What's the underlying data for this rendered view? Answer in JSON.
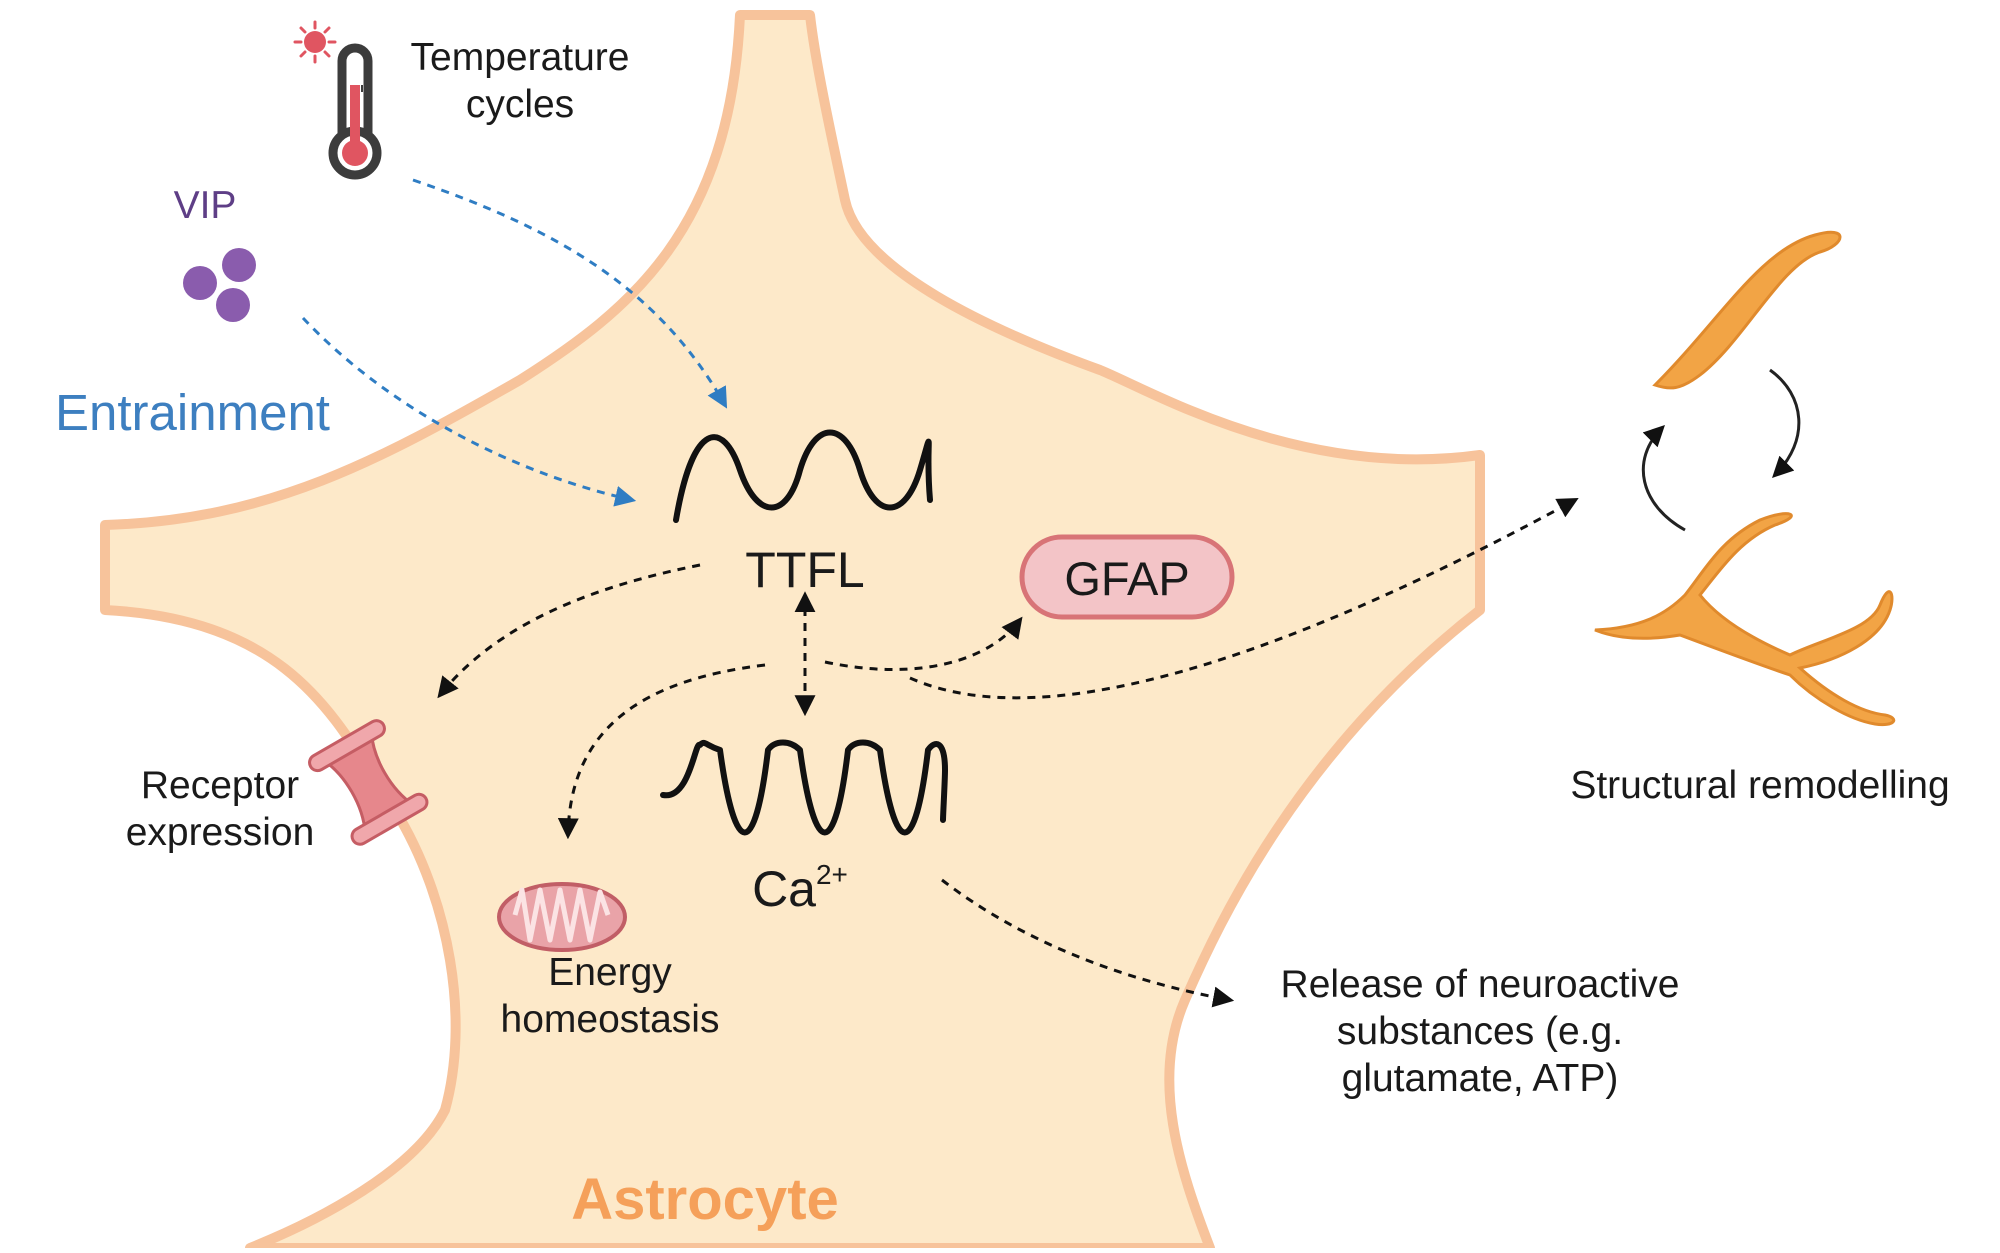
{
  "title": "Astrocyte",
  "labels": {
    "temperature_line1": "Temperature",
    "temperature_line2": "cycles",
    "vip": "VIP",
    "entrainment": "Entrainment",
    "ttfl": "TTFL",
    "gfap": "GFAP",
    "calcium_base": "Ca",
    "calcium_charge": "2+",
    "receptor_line1": "Receptor",
    "receptor_line2": "expression",
    "energy_line1": "Energy",
    "energy_line2": "homeostasis",
    "release_line1": "Release of neuroactive",
    "release_line2": "substances (e.g.",
    "release_line3": "glutamate, ATP)",
    "structural": "Structural remodelling"
  },
  "colors": {
    "cell_fill": "#fde9c9",
    "cell_border": "#f7c39b",
    "entrainment_blue": "#3d7fc0",
    "vip_purple": "#7a4f9e",
    "astrocyte_orange": "#f5a05a",
    "process_orange": "#f2a445",
    "gfap_fill": "#f3c4c7",
    "gfap_border": "#d87477",
    "receptor_red": "#e6878c",
    "thermometer_red": "#e05561"
  },
  "icons": [
    "thermometer-icon",
    "vip-molecule-icon",
    "receptor-icon",
    "mitochondrion-icon",
    "astrocyte-process-icon"
  ]
}
